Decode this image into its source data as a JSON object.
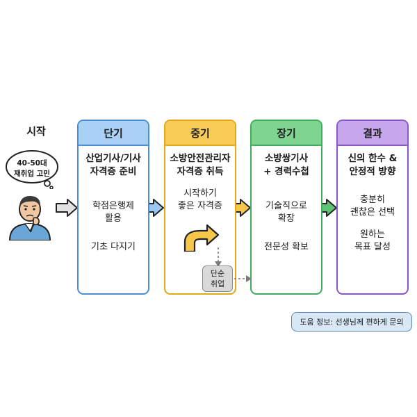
{
  "start": {
    "label": "시작",
    "bubble_line1": "40-50대",
    "bubble_line2": "재취업 고민"
  },
  "stages": [
    {
      "header": "단기",
      "title_line1": "산업기사/기사",
      "title_line2": "자격증 준비",
      "items": [
        "학점은행제",
        "활용",
        "기초 다지기"
      ]
    },
    {
      "header": "중기",
      "title_line1": "소방안전관리자",
      "title_line2": "자격증 취득",
      "items": [
        "시작하기",
        "좋은 자격증"
      ]
    },
    {
      "header": "장기",
      "title_line1": "소방쌍기사",
      "title_line2": "+ 경력수첩",
      "items": [
        "기술직으로",
        "확장",
        "전문성 확보"
      ]
    },
    {
      "header": "결과",
      "title_line1": "신의 한수 &",
      "title_line2": "안정적 방향",
      "items": [
        "충분히",
        "괜찮은 선택",
        "원하는",
        "목표 달성"
      ]
    }
  ],
  "branch": {
    "line1": "단순",
    "line2": "취업"
  },
  "help": {
    "text": "도움 정보: 선생님께 편하게 문의"
  },
  "colors": {
    "short_term": "#a9d1f5",
    "mid_term": "#f8cc57",
    "long_term": "#7fd48f",
    "result": "#c6a6ec",
    "help_bg": "#d8e8f6"
  },
  "icons": [
    "thought-bubble-icon",
    "worried-person-icon",
    "turn-arrow-icon",
    "right-arrow-icon"
  ]
}
